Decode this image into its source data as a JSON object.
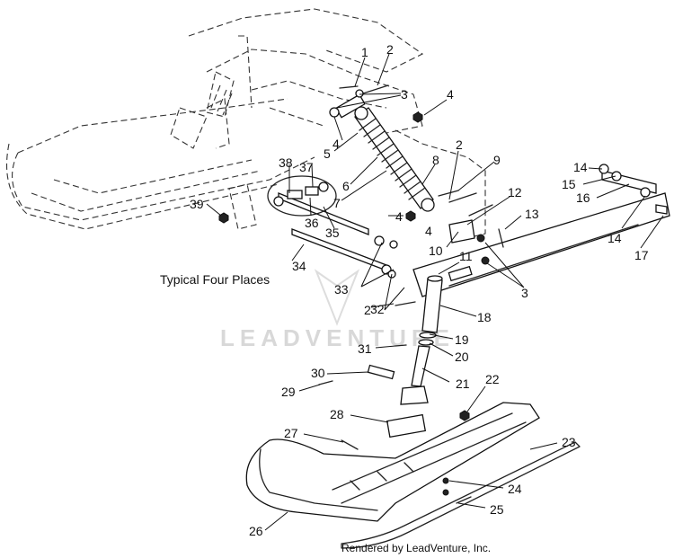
{
  "callouts": [
    "1",
    "2",
    "3",
    "4",
    "5",
    "6",
    "7",
    "8",
    "9",
    "2",
    "3",
    "4",
    "10",
    "11",
    "12",
    "13",
    "14",
    "15",
    "16",
    "14",
    "17",
    "4",
    "4",
    "18",
    "19",
    "20",
    "21",
    "22",
    "23",
    "24",
    "25",
    "26",
    "27",
    "28",
    "29",
    "30",
    "31",
    "32",
    "33",
    "34",
    "35",
    "36",
    "37",
    "38",
    "39",
    "2"
  ],
  "caption": "Typical Four Places",
  "watermark": "LEADVENTURE",
  "credit": "Rendered by LeadVenture, Inc."
}
